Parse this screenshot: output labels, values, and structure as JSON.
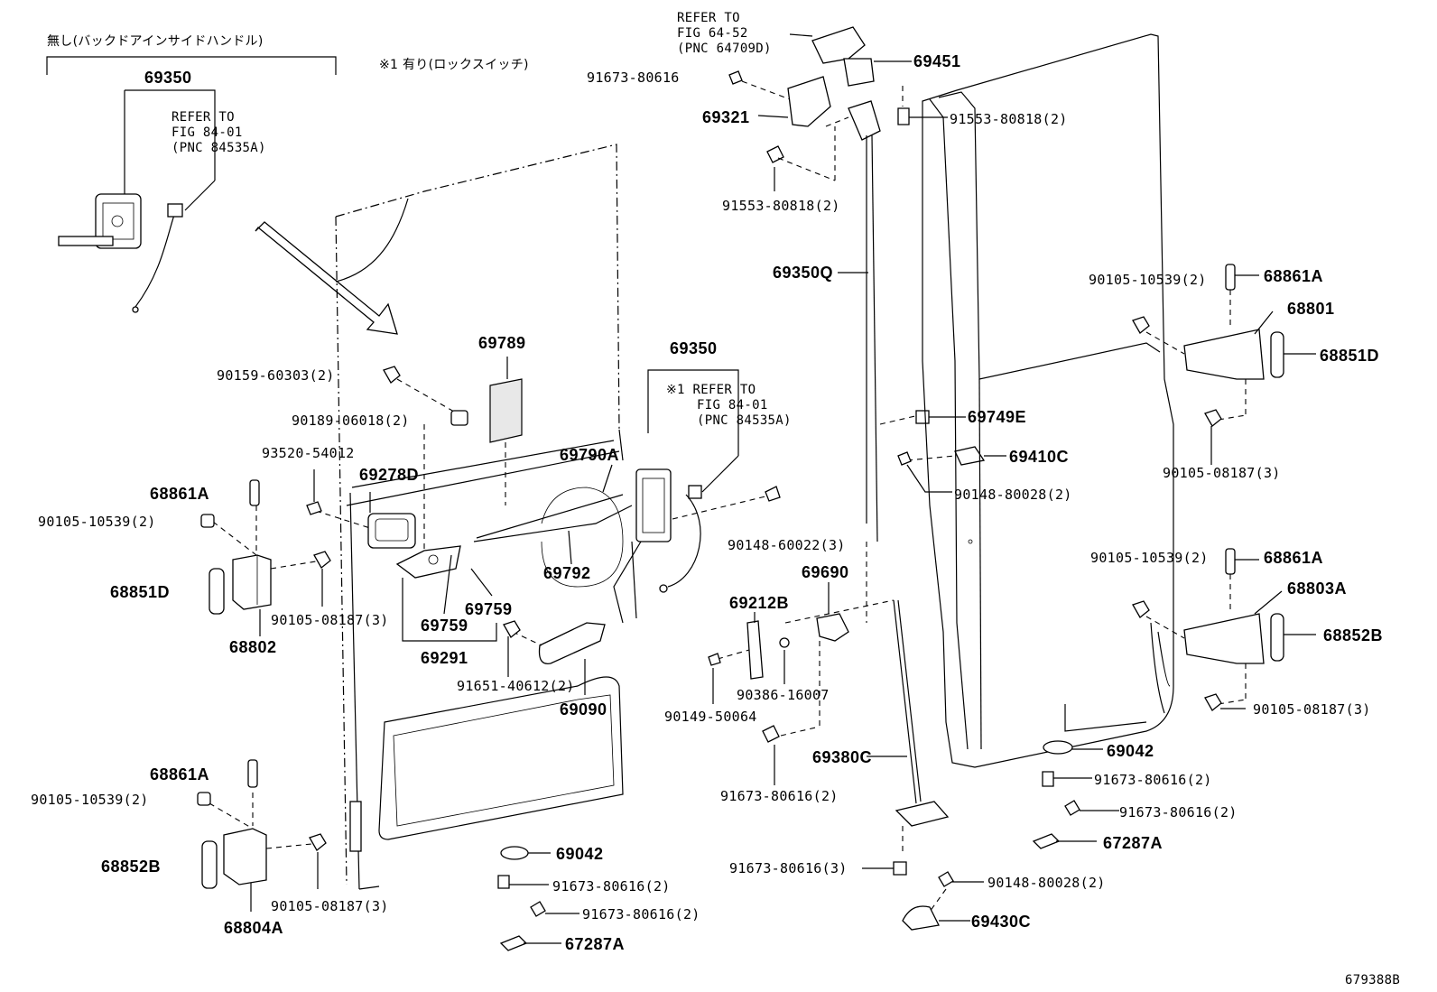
{
  "diagram_id": "679388B",
  "notes": {
    "none_back_door_inside_handle": "無し(バックドアインサイドハンドル)",
    "with_lock_switch": "※1 有り(ロックスイッチ)"
  },
  "refs": {
    "ref_84_01_top": [
      "REFER TO",
      "FIG 84-01",
      "(PNC 84535A)"
    ],
    "ref_64_52": [
      "REFER TO",
      "FIG 64-52",
      "(PNC 64709D)"
    ],
    "ref_84_01_mid": [
      "※1 REFER TO",
      "FIG 84-01",
      "(PNC 84535A)"
    ]
  },
  "labels": {
    "p69350_top": "69350",
    "p69350_mid": "69350",
    "p69789": "69789",
    "p90159": "90159-60303(2)",
    "p90189": "90189-06018(2)",
    "p93520": "93520-54012",
    "p69278D": "69278D",
    "p69790A": "69790A",
    "p68861A_l1": "68861A",
    "p90105_10539_l1": "90105-10539(2)",
    "p68851D_l": "68851D",
    "p90105_08187_l1": "90105-08187(3)",
    "p68802": "68802",
    "p69792": "69792",
    "p69759_a": "69759",
    "p69759_b": "69759",
    "p69291": "69291",
    "p90148_60022": "90148-60022(3)",
    "p91651": "91651-40612(2)",
    "p69090": "69090",
    "p68861A_l2": "68861A",
    "p90105_10539_l2": "90105-10539(2)",
    "p68852B_l": "68852B",
    "p90105_08187_l2": "90105-08187(3)",
    "p68804A": "68804A",
    "p69042_l": "69042",
    "p91673_80616_l1": "91673-80616(2)",
    "p91673_80616_l2": "91673-80616(2)",
    "p67287A_l": "67287A",
    "p91673_80616_top": "91673-80616",
    "p69451": "69451",
    "p69321": "69321",
    "p91553_a": "91553-80818(2)",
    "p91553_b": "91553-80818(2)",
    "p69350Q": "69350Q",
    "p69749E": "69749E",
    "p69410C": "69410C",
    "p90148_80028_a": "90148-80028(2)",
    "p69690": "69690",
    "p69212B": "69212B",
    "p90386": "90386-16007",
    "p90149": "90149-50064",
    "p91673_80616_c1": "91673-80616(2)",
    "p69380C": "69380C",
    "p91673_80616_c3": "91673-80616(3)",
    "p90148_80028_b": "90148-80028(2)",
    "p69430C": "69430C",
    "p90105_10539_r1": "90105-10539(2)",
    "p68861A_r1": "68861A",
    "p68801": "68801",
    "p68851D_r": "68851D",
    "p90105_08187_r1": "90105-08187(3)",
    "p90105_10539_r2": "90105-10539(2)",
    "p68861A_r2": "68861A",
    "p68803A": "68803A",
    "p68852B_r": "68852B",
    "p90105_08187_r2": "90105-08187(3)",
    "p69042_r": "69042",
    "p91673_80616_r1": "91673-80616(2)",
    "p91673_80616_r2": "91673-80616(2)",
    "p67287A_r": "67287A"
  }
}
